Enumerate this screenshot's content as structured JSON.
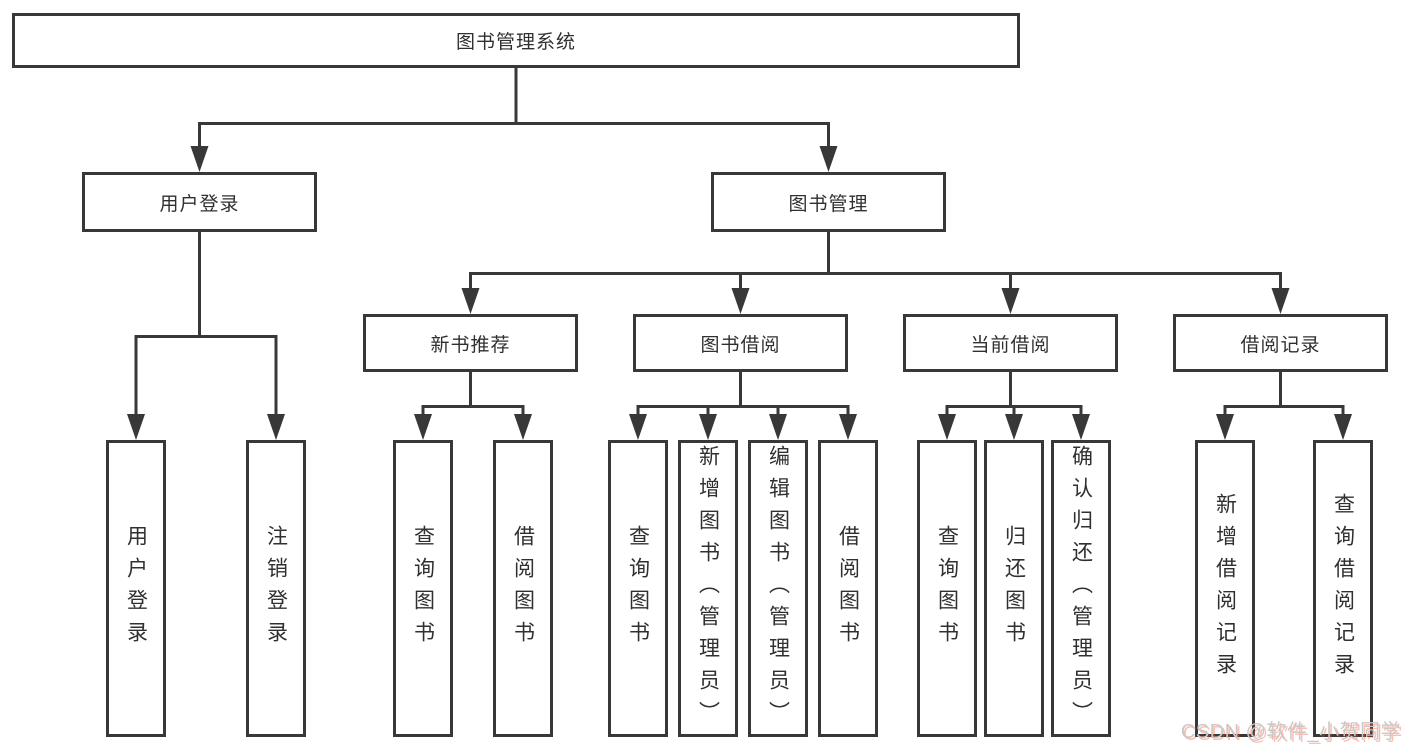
{
  "tree": {
    "root": "图书管理系统",
    "children": [
      {
        "label": "用户登录",
        "children": [
          "用户登录",
          "注销登录"
        ]
      },
      {
        "label": "图书管理",
        "children": [
          {
            "label": "新书推荐",
            "children": [
              "查询图书",
              "借阅图书"
            ]
          },
          {
            "label": "图书借阅",
            "children": [
              "查询图书",
              "新增图书（管理员）",
              "编辑图书（管理员）",
              "借阅图书"
            ]
          },
          {
            "label": "当前借阅",
            "children": [
              "查询图书",
              "归还图书",
              "确认归还（管理员）"
            ]
          },
          {
            "label": "借阅记录",
            "children": [
              "新增借阅记录",
              "查询借阅记录"
            ]
          }
        ]
      }
    ]
  },
  "watermark": "CSDN @软件_小贺同学",
  "colors": {
    "line": "#383838",
    "node_text": "#303030",
    "node_bg": "#ffffff",
    "watermark_text": "#c9c9c9",
    "watermark_shadow": "#fc5531"
  }
}
